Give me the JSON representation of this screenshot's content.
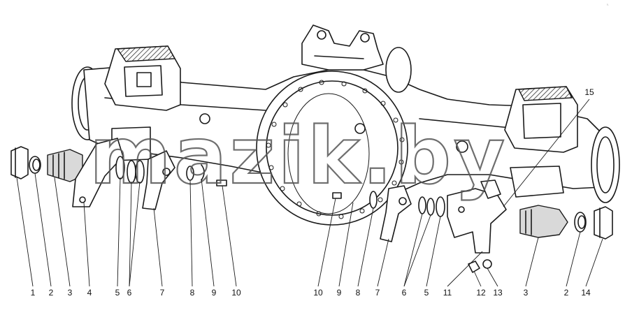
{
  "diagram": {
    "watermark": "mazik.by",
    "corner_mark": "ᵖ̶",
    "callouts": [
      {
        "label": "1"
      },
      {
        "label": "2"
      },
      {
        "label": "3"
      },
      {
        "label": "4"
      },
      {
        "label": "5"
      },
      {
        "label": "6"
      },
      {
        "label": "7"
      },
      {
        "label": "8"
      },
      {
        "label": "9"
      },
      {
        "label": "10"
      },
      {
        "label": "10"
      },
      {
        "label": "9"
      },
      {
        "label": "8"
      },
      {
        "label": "7"
      },
      {
        "label": "6"
      },
      {
        "label": "5"
      },
      {
        "label": "11"
      },
      {
        "label": "12"
      },
      {
        "label": "13"
      },
      {
        "label": "3"
      },
      {
        "label": "2"
      },
      {
        "label": "14"
      },
      {
        "label": "15"
      }
    ]
  }
}
